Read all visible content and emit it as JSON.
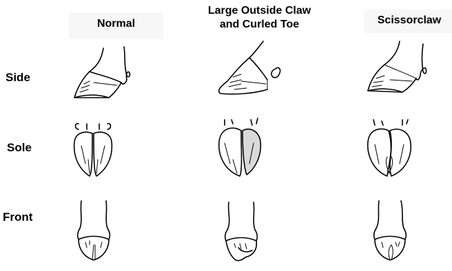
{
  "columns": [
    {
      "line1": "Normal",
      "line2": ""
    },
    {
      "line1": "Large Outside Claw",
      "line2": "and Curled Toe"
    },
    {
      "line1": "Scissorclaw",
      "line2": ""
    }
  ],
  "rows": [
    "Side",
    "Sole",
    "Front"
  ],
  "colors": {
    "ink": "#000000",
    "shade": "#d9d9d9",
    "header_bg": "#f7f7f7"
  }
}
